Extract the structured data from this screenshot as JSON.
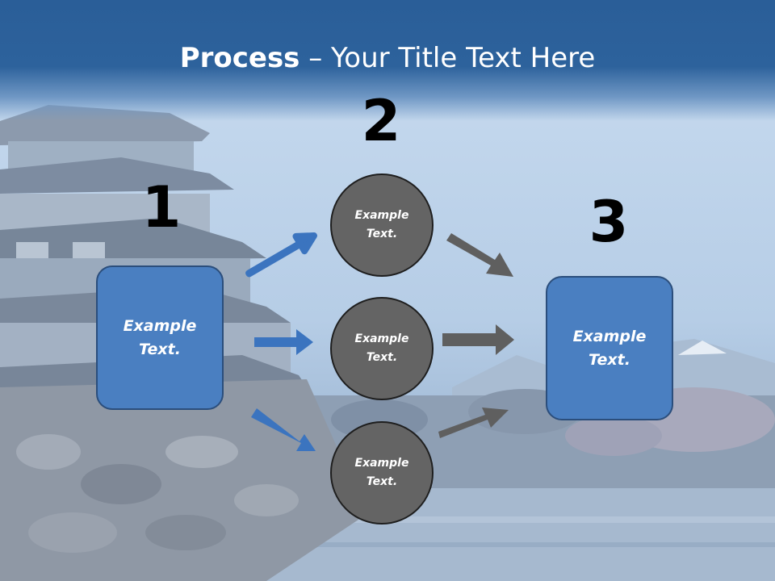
{
  "title": {
    "bold": "Process",
    "rest": " – Your Title Text Here"
  },
  "steps": {
    "one": "1",
    "two": "2",
    "three": "3"
  },
  "left_box": {
    "text": "Example\nText."
  },
  "circles": [
    {
      "text": "Example\nText."
    },
    {
      "text": "Example\nText."
    },
    {
      "text": "Example\nText."
    }
  ],
  "right_box": {
    "text": "Example\nText."
  },
  "colors": {
    "header": "#2d629c",
    "box_fill": "#4a7fc1",
    "circle_fill": "#646464",
    "arrow_blue": "#3b74bf",
    "arrow_gray": "#5f5f5f"
  }
}
